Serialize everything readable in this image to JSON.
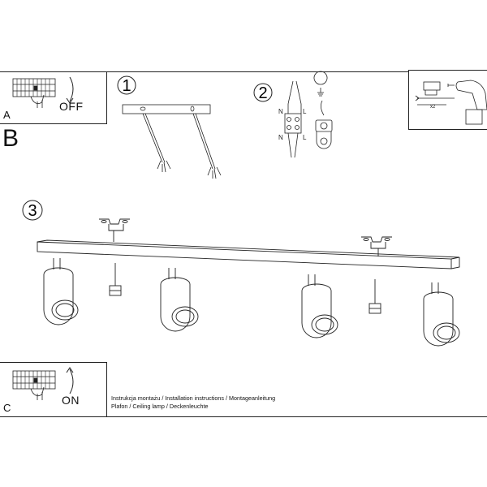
{
  "panel_a": {
    "letter": "A",
    "state": "OFF"
  },
  "panel_b": {
    "letter": "B"
  },
  "panel_c": {
    "letter": "C",
    "state": "ON"
  },
  "steps": {
    "one": "1",
    "two": "2",
    "three": "3"
  },
  "wiring": {
    "n_top": "N",
    "l_top": "L",
    "n_bottom": "N",
    "l_bottom": "L"
  },
  "tools": {
    "quantity": "x2"
  },
  "footer": {
    "line1": "Instrukcja montażu / Installation instructions / Montageanleitung",
    "line2": "Plafon / Ceiling lamp / Deckenleuchte"
  }
}
